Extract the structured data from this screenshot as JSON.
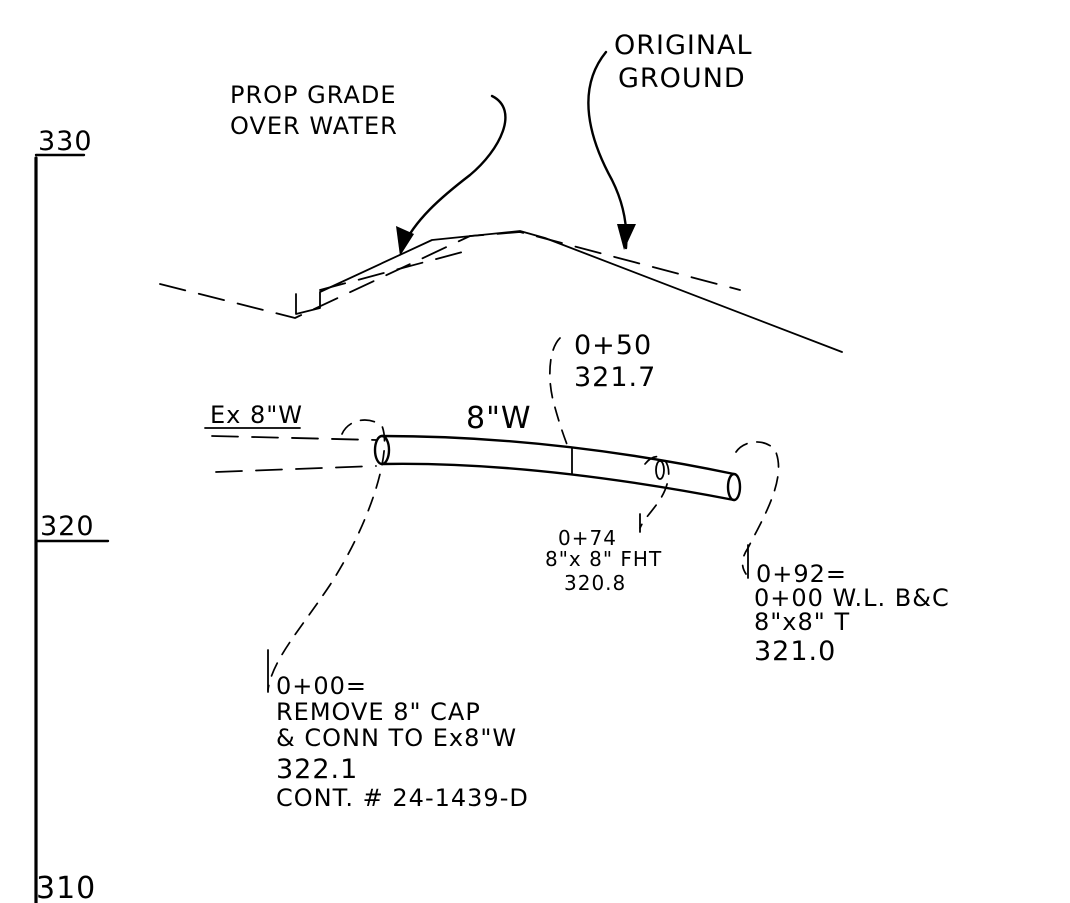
{
  "elevation_scale": {
    "ticks": [
      {
        "label": "330",
        "value": 330
      },
      {
        "label": "320",
        "value": 320
      },
      {
        "label": "310",
        "value": 310
      }
    ]
  },
  "callouts": {
    "prop_grade": [
      "PROP GRADE",
      "OVER WATER"
    ],
    "original_ground": [
      "ORIGINAL",
      "GROUND"
    ],
    "sta_050": [
      "0+50",
      "321.7"
    ],
    "existing_main": "Ex 8\"W",
    "new_main": "8\"W",
    "sta_074": [
      "0+74",
      "8\"x 8\" FHT",
      "320.8"
    ],
    "sta_092": [
      "0+92=",
      "0+00  W.L. B&C",
      "8\"x8\" T",
      "321.0"
    ],
    "sta_000": [
      "0+00=",
      "REMOVE 8\" CAP",
      "& CONN TO Ex8\"W",
      "322.1",
      "CONT. # 24-1439-D"
    ]
  }
}
